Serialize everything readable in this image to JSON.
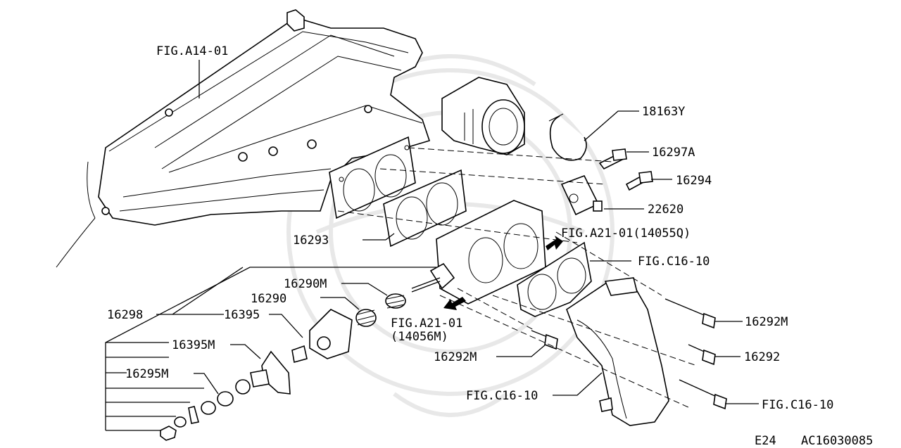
{
  "callouts": {
    "fig_a14_01": "FIG.A14-01",
    "p18163y": "18163Y",
    "p16297a": "16297A",
    "p16294": "16294",
    "p22620": "22620",
    "fig_a21_01_upper": "FIG.A21-01(14055Q)",
    "p16293": "16293",
    "fig_c16_10_right": "FIG.C16-10",
    "p16290m": "16290M",
    "p16290": "16290",
    "p16298": "16298",
    "p16395": "16395",
    "fig_a21_01_lower_1": "FIG.A21-01",
    "fig_a21_01_lower_2": "(14056M)",
    "p16292m_right": "16292M",
    "p16395m": "16395M",
    "p16292": "16292",
    "p16295m": "16295M",
    "p16292m_lower": "16292M",
    "fig_c16_10_lower": "FIG.C16-10",
    "fig_c16_10_bottom": "FIG.C16-10"
  },
  "footer": {
    "page_code": "E24",
    "drawing_code": "AC16030085"
  },
  "colors": {
    "line": "#000000",
    "background": "#ffffff",
    "watermark": "#e8e8e8"
  }
}
